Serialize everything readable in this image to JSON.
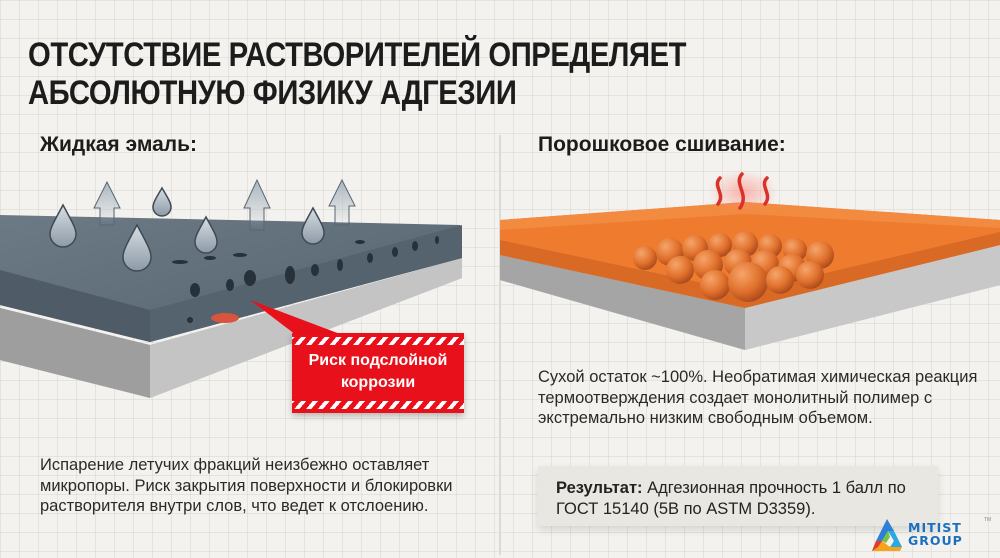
{
  "header": {
    "title_line1": "ОТСУТСТВИЕ РАСТВОРИТЕЛЕЙ ОПРЕДЕЛЯЕТ",
    "title_line2": "АБСОЛЮТНУЮ ФИЗИКУ АДГЕЗИИ"
  },
  "left": {
    "title": "Жидкая эмаль:",
    "callout_line1": "Риск подслойной",
    "callout_line2": "коррозии",
    "description": "Испарение летучих фракций неизбежно оставляет микропоры. Риск закрытия поверхности и блокировки растворителя внутри слов, что ведет к отслоению.",
    "icons": [
      "droplet-icon",
      "evaporation-arrow-icon"
    ],
    "colors": {
      "coating": "#5d6b77",
      "metal": "#b8b8b8",
      "callout": "#e8101a"
    }
  },
  "right": {
    "title": "Порошковое сшивание:",
    "description": "Сухой остаток ~100%. Необратимая химическая реакция термоотверждения создает монолитный полимер с экстремально низким свободным объемом.",
    "result_label": "Результат:",
    "result_text": " Адгезионная прочность 1 балл по ГОСТ 15140 (5B по ASTM D3359).",
    "icons": [
      "heat-waves-icon",
      "powder-particles-icon"
    ],
    "colors": {
      "coating": "#ee7b2e",
      "metal": "#b8b8b8",
      "heat": "#d9322b"
    }
  },
  "logo": {
    "line1": "MITIST",
    "line2": "GROUP",
    "tm": "TM"
  }
}
